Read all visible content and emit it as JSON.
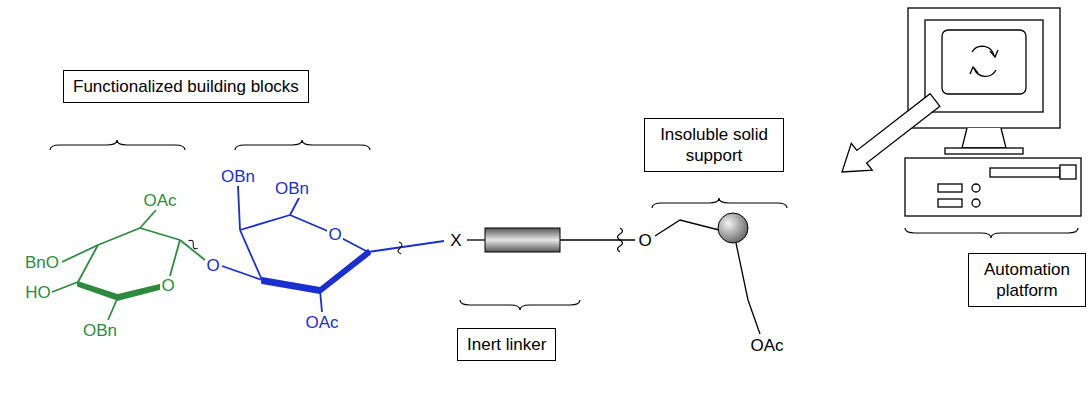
{
  "diagram": {
    "nodes": [
      {
        "text": [
          "Functionalized building blocks"
        ]
      },
      {
        "text": [
          "Insoluble solid support"
        ]
      },
      {
        "text": [
          "Inert linker"
        ]
      },
      {
        "text": [
          "Automation platform"
        ]
      }
    ],
    "labels": [
      "BnO",
      "OAc",
      "OBn",
      "OBn",
      "O",
      "HO",
      "O",
      "O",
      "OAc",
      "OBn",
      "X",
      "O",
      "OAc"
    ]
  }
}
